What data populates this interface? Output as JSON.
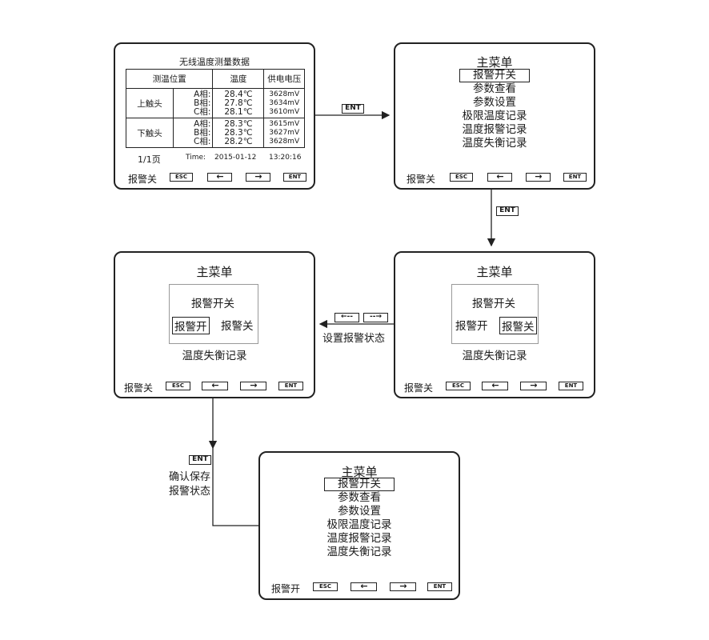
{
  "keys": {
    "esc": "ESC",
    "left": "←",
    "right": "→",
    "ent": "ENT"
  },
  "screen1": {
    "title": "无线温度测量数据",
    "headers": [
      "测温位置",
      "温度",
      "供电电压"
    ],
    "groups": [
      {
        "name": "上触头",
        "phases": [
          "A相:",
          "B相:",
          "C相:"
        ],
        "temps": [
          "28.4℃",
          "27.8℃",
          "28.1℃"
        ],
        "volts": [
          "3628mV",
          "3634mV",
          "3610mV"
        ]
      },
      {
        "name": "下触头",
        "phases": [
          "A相:",
          "B相:",
          "C相:"
        ],
        "temps": [
          "28.3℃",
          "28.3℃",
          "28.2℃"
        ],
        "volts": [
          "3615mV",
          "3627mV",
          "3628mV"
        ]
      }
    ],
    "page": "1/1页",
    "time_label": "Time:",
    "date": "2015-01-12",
    "clock": "13:20:16",
    "status": "报警关"
  },
  "menu_items": [
    "报警开关",
    "参数查看",
    "参数设置",
    "极限温度记录",
    "温度报警记录",
    "温度失衡记录"
  ],
  "screen2": {
    "title": "主菜单",
    "status": "报警关"
  },
  "screen3": {
    "title": "主菜单",
    "sub_top": "报警开关",
    "opt_on": "报警开",
    "opt_off": "报警关",
    "bottom": "温度失衡记录",
    "status": "报警关"
  },
  "screen4": {
    "title": "主菜单",
    "sub_top": "报警开关",
    "opt_on": "报警开",
    "opt_off": "报警关",
    "bottom": "温度失衡记录",
    "status": "报警关"
  },
  "screen5": {
    "title": "主菜单",
    "status": "报警开"
  },
  "transitions": {
    "t1_key": "ENT",
    "t2_key": "ENT",
    "t3_keys": [
      "←--",
      "--→"
    ],
    "t3_label": "设置报警状态",
    "t4_key": "ENT",
    "t4_label_1": "确认保存",
    "t4_label_2": "报警状态"
  }
}
